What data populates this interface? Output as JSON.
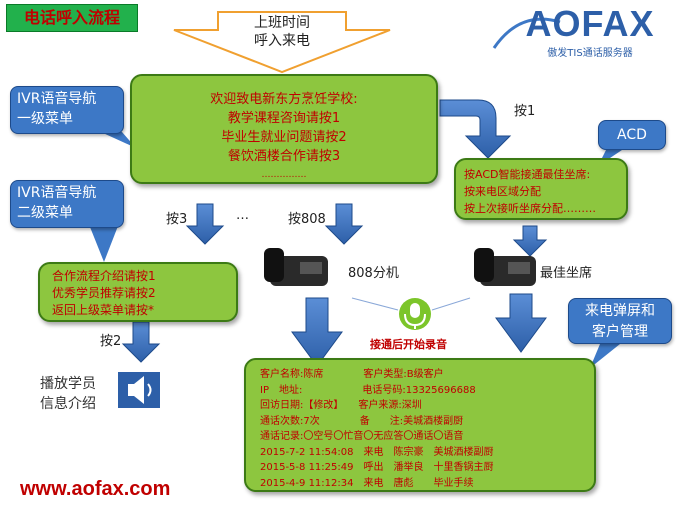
{
  "title": "电话呼入流程",
  "brand": {
    "logo_text": "AOFAX",
    "tagline": "傲发TIS通话服务器"
  },
  "start": {
    "line1": "上班时间",
    "line2": "呼入来电"
  },
  "ivr1": {
    "callout_line1": "IVR语音导航",
    "callout_line2": "一级菜单",
    "lines": [
      "欢迎致电新东方烹饪学校:",
      "教学课程咨询请按1",
      "毕业生就业问题请按2",
      "餐饮酒楼合作请按3",
      "……………"
    ]
  },
  "ivr2": {
    "callout_line1": "IVR语音导航",
    "callout_line2": "二级菜单",
    "lines": [
      "合作流程介绍请按1",
      "优秀学员推荐请按2",
      "返回上级菜单请按*"
    ]
  },
  "acd": {
    "callout": "ACD",
    "lines": [
      "按ACD智能接通最佳坐席:",
      "按来电区域分配",
      "按上次接听坐席分配………"
    ]
  },
  "keys": {
    "press1": "按1",
    "press3": "按3",
    "ellipsis": "…",
    "press808": "按808",
    "press2": "按2"
  },
  "phones": {
    "ext808": "808分机",
    "best_seat": "最佳坐席"
  },
  "recording": "接通后开始录音",
  "play": {
    "line1": "播放学员",
    "line2": "信息介绍"
  },
  "crm_callout": {
    "line1": "来电弹屏和",
    "line2": "客户管理"
  },
  "crm": {
    "rows": [
      "客户名称:陈席　　　　客户类型:B级客户",
      "IP　地址:　　　　　　电话号码:13325696688",
      "回访日期:【修改】　　客户来源:深圳",
      "通话次数:7次　　　　备　　注:美城酒楼副厨",
      "通话记录:〇空号〇忙音〇无应答〇通话〇语音",
      "2015-7-2 11:54:08　来电　陈宗豪　美城酒楼副厨",
      "2015-5-8 11:25:49　呼出　潘举良　十里香锅主厨",
      "2015-4-9 11:12:34　来电　唐彪　　毕业手续"
    ]
  },
  "website": "www.aofax.com",
  "colors": {
    "green": "#8dc63f",
    "blue": "#3d78c6",
    "red": "#c00000",
    "title_bg": "#22b14c"
  }
}
